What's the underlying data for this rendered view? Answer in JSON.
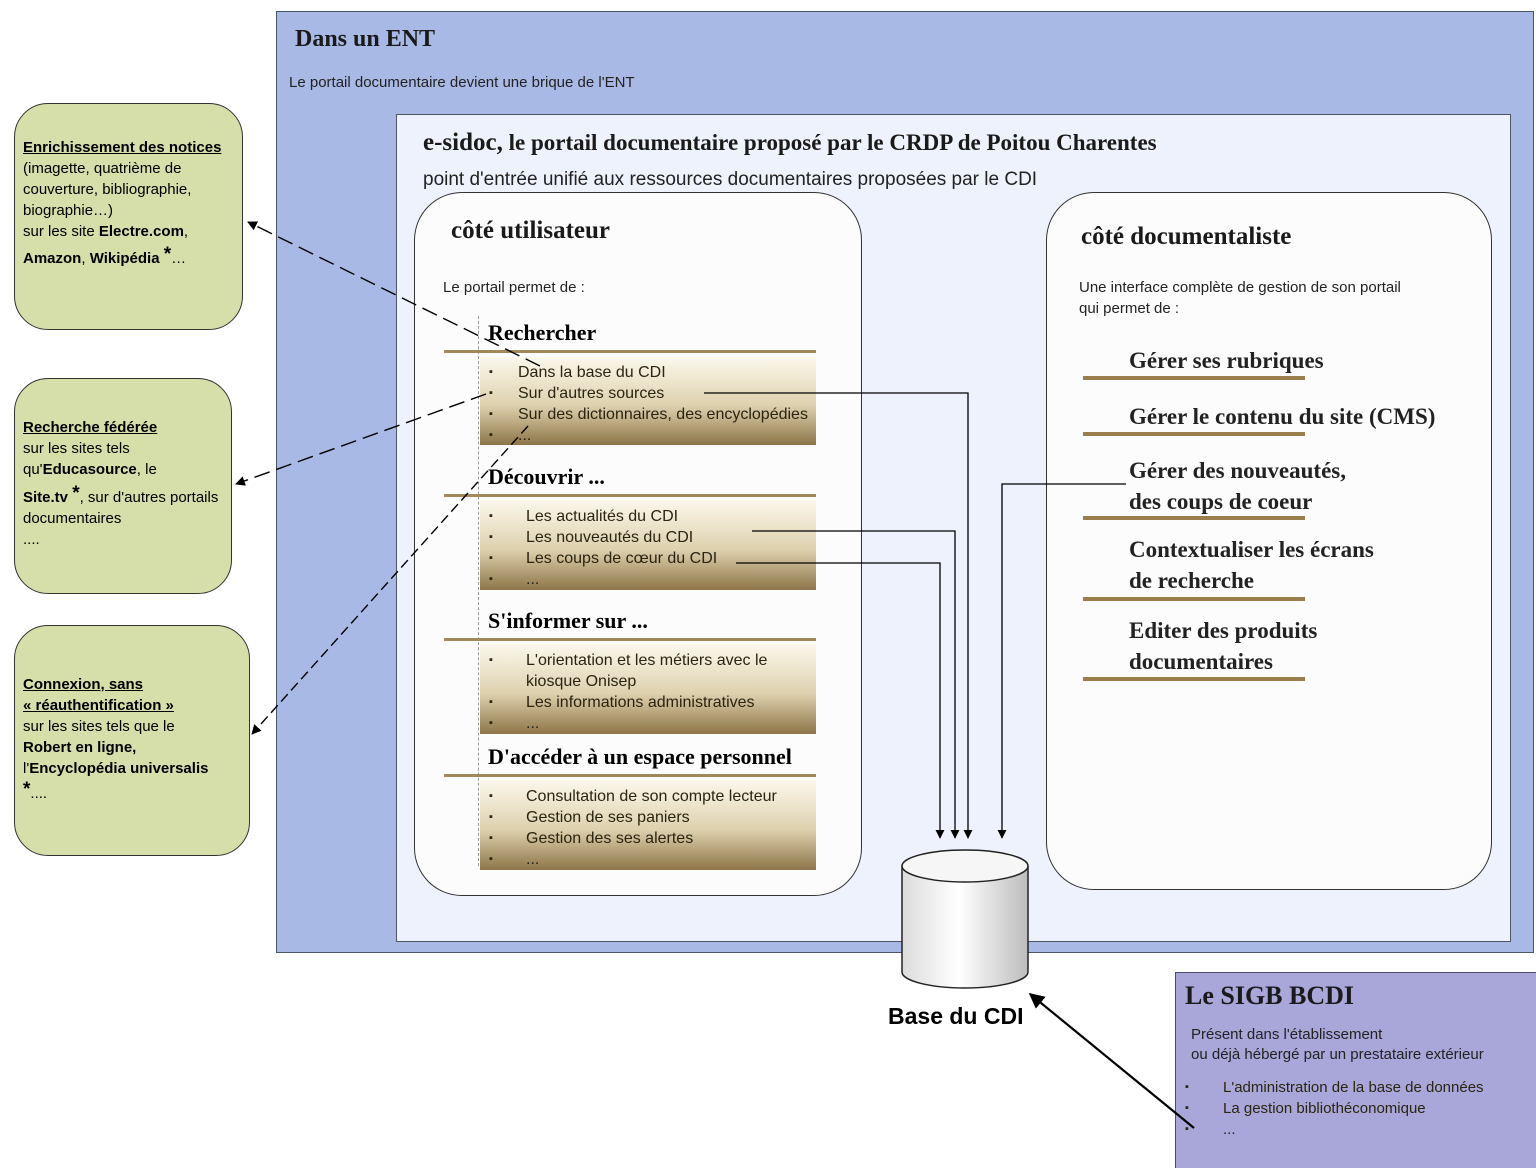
{
  "ent": {
    "title": "Dans un ENT",
    "subtitle": "Le portail documentaire devient une brique de l'ENT"
  },
  "esidoc": {
    "title_bold": "e-sidoc,",
    "title_rest": " le portail documentaire proposé par le CRDP de Poitou Charentes",
    "subtitle": "point d'entrée unifié aux ressources documentaires proposées par le CDI"
  },
  "user": {
    "title": "côté utilisateur",
    "intro": "Le portail permet de :",
    "sections": [
      {
        "title": "Rechercher",
        "items": [
          "Dans la base du CDI",
          "Sur d'autres sources",
          "Sur des dictionnaires, des encyclopédies",
          "..."
        ]
      },
      {
        "title": "Découvrir ...",
        "items": [
          "Les actualités du CDI",
          "Les nouveautés du CDI",
          "Les coups de cœur du CDI",
          "..."
        ]
      },
      {
        "title": "S'informer sur ...",
        "items": [
          "L'orientation et les métiers avec le kiosque Onisep",
          "Les informations administratives",
          "..."
        ]
      },
      {
        "title": "D'accéder à un espace personnel",
        "items": [
          "Consultation de son compte lecteur",
          "Gestion de ses paniers",
          "Gestion des ses alertes",
          "..."
        ]
      }
    ]
  },
  "doc": {
    "title": "côté documentaliste",
    "intro": "Une interface complète de gestion de son portail qui permet de :",
    "items": [
      "Gérer ses rubriques",
      "Gérer le contenu du site (CMS)",
      "Gérer des nouveautés,",
      "des coups de coeur",
      "Contextualiser les écrans",
      "de recherche",
      "Editer des produits",
      "documentaires"
    ]
  },
  "side1": {
    "head": "Enrichissement des notices",
    "text1": "(imagette, quatrième de couverture, bibliographie, biographie…)",
    "text2": "sur les site ",
    "b1": "Electre.com",
    "sep": ",",
    "b2": "Amazon",
    "sep2": ", ",
    "b3": "Wikipédia",
    "star": "*",
    "tail": "…"
  },
  "side2": {
    "head": "Recherche fédérée",
    "text1": "sur les sites tels qu'",
    "b1": "Educasource",
    "text2": ", le",
    "b2": "Site.tv",
    "star": "*",
    "text3": ", sur d'autres portails documentaires",
    "tail": "...."
  },
  "side3": {
    "head1": "Connexion, sans",
    "head2": "« réauthentification »",
    "text1": "sur les sites tels que le",
    "b1": "Robert en ligne,",
    "text2": "l'",
    "b2": "Encyclopédia universalis",
    "star": "*",
    "tail": "...."
  },
  "db": {
    "label": "Base du CDI"
  },
  "sigb": {
    "title": "Le SIGB BCDI",
    "line1": "Présent dans l'établissement",
    "line2": "ou déjà hébergé par un prestataire extérieur",
    "items": [
      "L'administration de la base de données",
      "La gestion bibliothéconomique",
      "..."
    ]
  },
  "colors": {
    "ent_bg": "#a9b9e5",
    "esidoc_bg": "#eef2fd",
    "side_bg": "#d6dfa9",
    "sigb_bg": "#a9a7d9",
    "bar": "#a3895a"
  }
}
